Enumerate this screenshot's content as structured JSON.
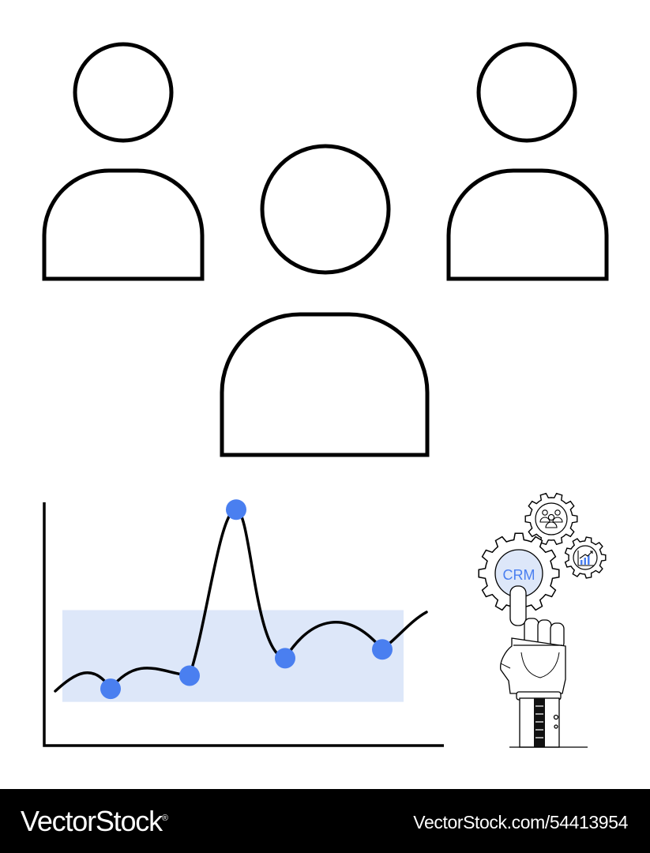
{
  "illustration": {
    "colors": {
      "stroke": "#000000",
      "accent": "#4a7ff0",
      "highlight": "#dde7f9",
      "background": "#ffffff"
    },
    "crm_badge": "CRM",
    "icons": [
      "person-icon",
      "gear-icon",
      "people-icon",
      "growth-chart-icon",
      "robot-hand-icon"
    ]
  },
  "chart_data": {
    "type": "line",
    "x": [
      1,
      2,
      3,
      4,
      5
    ],
    "values": [
      1.3,
      1.6,
      5.4,
      2.0,
      2.2
    ],
    "ylim": [
      0,
      6
    ],
    "highlight_band": [
      1.0,
      3.1
    ],
    "xlabel": "",
    "ylabel": "",
    "title": "",
    "tick_labels": "none",
    "grid": false
  },
  "footer": {
    "brand": "VectorStock",
    "registered_mark": "®",
    "stock_id": "VectorStock.com/54413954"
  }
}
